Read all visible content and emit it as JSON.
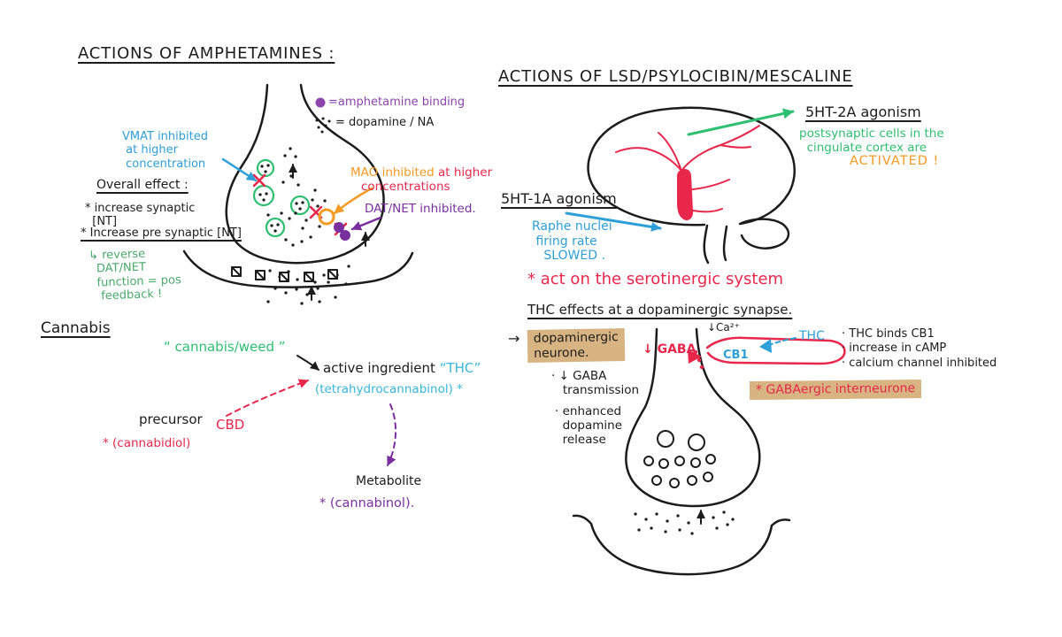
{
  "colors": {
    "ink": "#1c1c1c",
    "blue": "#2f9fd8",
    "teal": "#38b6da",
    "green": "#2fbf71",
    "green_dark": "#4aa86c",
    "orange": "#f59a23",
    "pink": "#e8274b",
    "purple": "#7a2f9e",
    "legend_purple": "#8e44ad",
    "tan_highlight": "#d7b481"
  },
  "amphetamines": {
    "title": "ACTIONS OF AMPHETAMINES :",
    "legend_amphetamine": "=amphetamine binding",
    "legend_dopamine": "= dopamine / NA",
    "legend_amphetamine_icon": "amphetamine-dot-icon",
    "legend_dopamine_icon": "dopamine-dots-icon",
    "vmat_label": "VMAT inhibited\n at higher\n concentration",
    "overall_heading": "Overall effect :",
    "effect_synaptic": "* increase synaptic\n  [NT]",
    "effect_presynaptic": "* Increase pre synaptic [NT]",
    "reverse_note": "↳ reverse\n  DAT/NET\n  function = pos\n   feedback !",
    "mao_part1": "MAO inhibited ",
    "mao_part2": "at higher",
    "mao_part3": "concentrations",
    "dat_label": "DAT/NET inhibited."
  },
  "lsd": {
    "title": "ACTIONS OF LSD/PSYLOCIBIN/MESCALINE",
    "ht2a_heading": "5HT-2A agonism",
    "ht2a_green": "postsynaptic cells in the\n  cingulate cortex are",
    "ht2a_orange": "ACTIVATED !",
    "ht1a_heading": "5HT-1A agonism",
    "ht1a_blue": "Raphe nuclei\n firing rate\n   SLOWED .",
    "serotonergic_note": "* act on the serotinergic system"
  },
  "cannabis": {
    "title": "Cannabis",
    "weed": "“ cannabis/weed ”",
    "active_ingredient": "active ingredient ",
    "thc": "“THC”",
    "thc_full": "(tetrahydrocannabinol) *",
    "precursor": "precursor",
    "cbd": "CBD",
    "cbd_full": "* (cannabidiol)",
    "metabolite": "Metabolite",
    "metabolite_name": "* (cannabinol)."
  },
  "thc_synapse": {
    "title": "THC effects at a dopaminergic synapse.",
    "pointer": "→",
    "dopaminergic_label": "dopaminergic\nneurone.",
    "gaba_down": "↓ GABA",
    "calcium": "↓Ca²⁺",
    "thc": "THC",
    "cb1": "CB1",
    "bullets_right": "· THC binds CB1\n· increase in cAMP\n· calcium channel inhibited",
    "gabaergic_label": "* GABAergic interneurone",
    "bullet_gaba": "· ↓ GABA\n   transmission",
    "bullet_dopamine": "· enhanced\n  dopamine\n  release"
  }
}
